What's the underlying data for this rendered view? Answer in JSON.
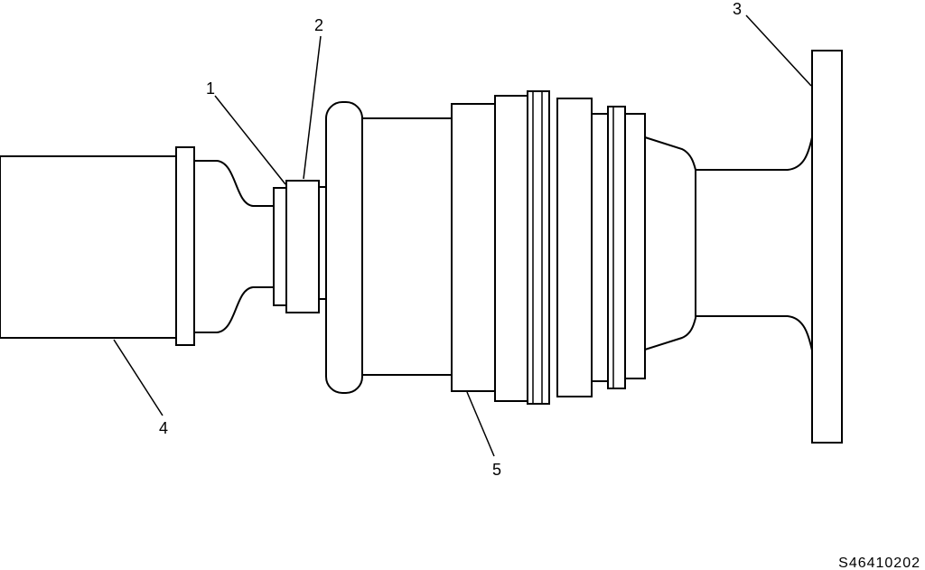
{
  "diagram": {
    "callouts": [
      "1",
      "2",
      "3",
      "4",
      "5"
    ],
    "figure_id": "S46410202"
  },
  "colors": {
    "line": "#000000",
    "background": "#ffffff"
  }
}
